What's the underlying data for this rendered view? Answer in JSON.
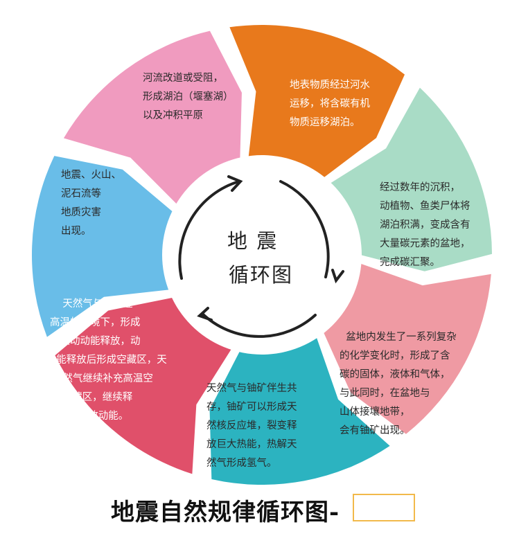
{
  "center_title": {
    "line1": "地  震",
    "line2": "循环图"
  },
  "segments": [
    {
      "id": "lake-formation",
      "color": "#f09bbf",
      "text": "河流改道或受阻，\n形成湖泊（堰塞湖）\n以及冲积平原"
    },
    {
      "id": "carbon-transport",
      "color": "#e8791c",
      "text": "地表物质经过河水\n运移，将含碳有机\n物质运移湖泊。"
    },
    {
      "id": "basin-formation",
      "color": "#a9dcc6",
      "text": "经过数年的沉积，\n动植物、鱼类尸体将\n湖泊积满，变成含有\n大量碳元素的盆地，\n完成碳汇聚。"
    },
    {
      "id": "uranium-formation",
      "color": "#ef9aa3",
      "text": "  盆地内发生了一系列复杂\n的化学变化时，形成了含\n碳的固体，液体和气体，\n与此同时，在盆地与\n山体接壤地带，\n会有铀矿出现。"
    },
    {
      "id": "hydrogen-formation",
      "color": "#2cb3c0",
      "text": "天然气与铀矿伴生共\n存，铀矿可以形成天\n然核反应堆，裂变释\n放巨大热能，热解天\n然气形成氢气。"
    },
    {
      "id": "energy-release",
      "color": "#e0506a",
      "text": "    天然气与氢气在\n高温的环境下，形成\n巨大动动能释放，动\n  能释放后形成空藏区，天\n    然气继续补充高温空\n       藏区，继续释\n            放动能。"
    },
    {
      "id": "disasters",
      "color": "#69bde8",
      "text": "地震、火山、\n泥石流等\n地质灾害\n出现。"
    }
  ],
  "footer_title": "地震自然规律循环图-"
}
